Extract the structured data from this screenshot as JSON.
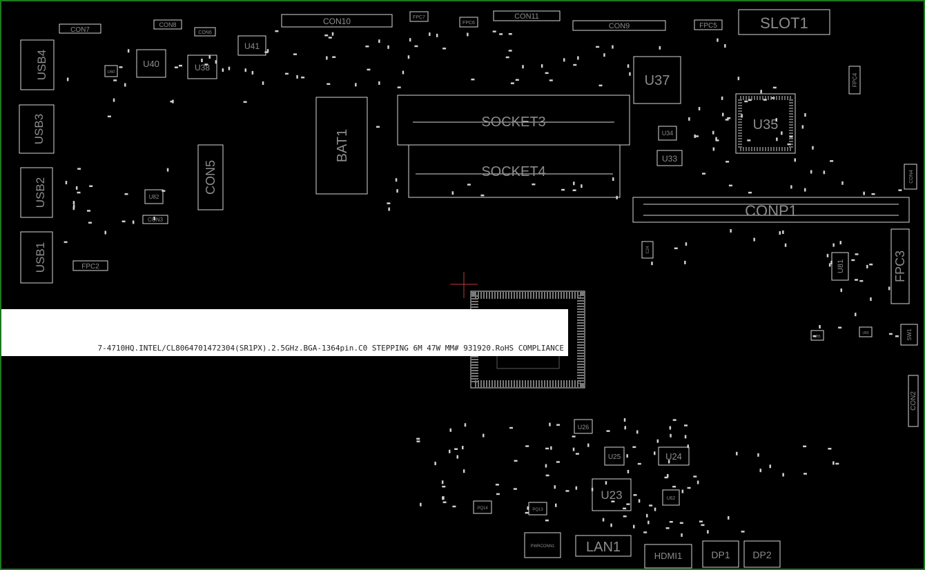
{
  "colors": {
    "background": "#000000",
    "outline": "#d8d8d8",
    "label": "#8c8c8c",
    "frame": "#1d7a1d",
    "cursor": "#c23a3a",
    "tooltip_bg": "#ffffff"
  },
  "tooltip": {
    "text": "7-4710HQ.INTEL/CL8064701472304(SR1PX).2.5GHz.BGA-1364pin.C0 STEPPING 6M 47W MM# 931920.RoHS COMPLIANCE"
  },
  "components": {
    "usb4": "USB4",
    "usb3": "USB3",
    "usb2": "USB2",
    "usb1": "USB1",
    "con7": "CON7",
    "con8": "CON8",
    "con6": "CON6",
    "con10": "CON10",
    "con11": "CON11",
    "con9": "CON9",
    "con5": "CON5",
    "con3": "CON3",
    "con4": "CON4",
    "con2": "CON2",
    "fpc7": "FPC7",
    "fpc6": "FPC6",
    "fpc5": "FPC5",
    "fpc4": "FPC4",
    "fpc3": "FPC3",
    "fpc2": "FPC2",
    "slot1": "SLOT1",
    "u40": "U40",
    "u38": "U38",
    "u41": "U41",
    "u60": "U60",
    "u82": "U82",
    "u37": "U37",
    "u35": "U35",
    "u34": "U34",
    "u33": "U33",
    "u81": "U81",
    "u26": "U26",
    "u25": "U25",
    "u24": "U24",
    "u23": "U23",
    "u62": "U62",
    "u85": "U85",
    "u83": "U83",
    "bat1": "BAT1",
    "socket3": "SOCKET3",
    "socket4": "SOCKET4",
    "conp1": "CONP1",
    "sw1": "SW1",
    "pq14": "PQ14",
    "pq13": "PQ13",
    "pwrconn1": "PWRCONN1",
    "lan1": "LAN1",
    "hdmi1": "HDMI1",
    "dp1": "DP1",
    "dp2": "DP2",
    "c24": "C24"
  }
}
